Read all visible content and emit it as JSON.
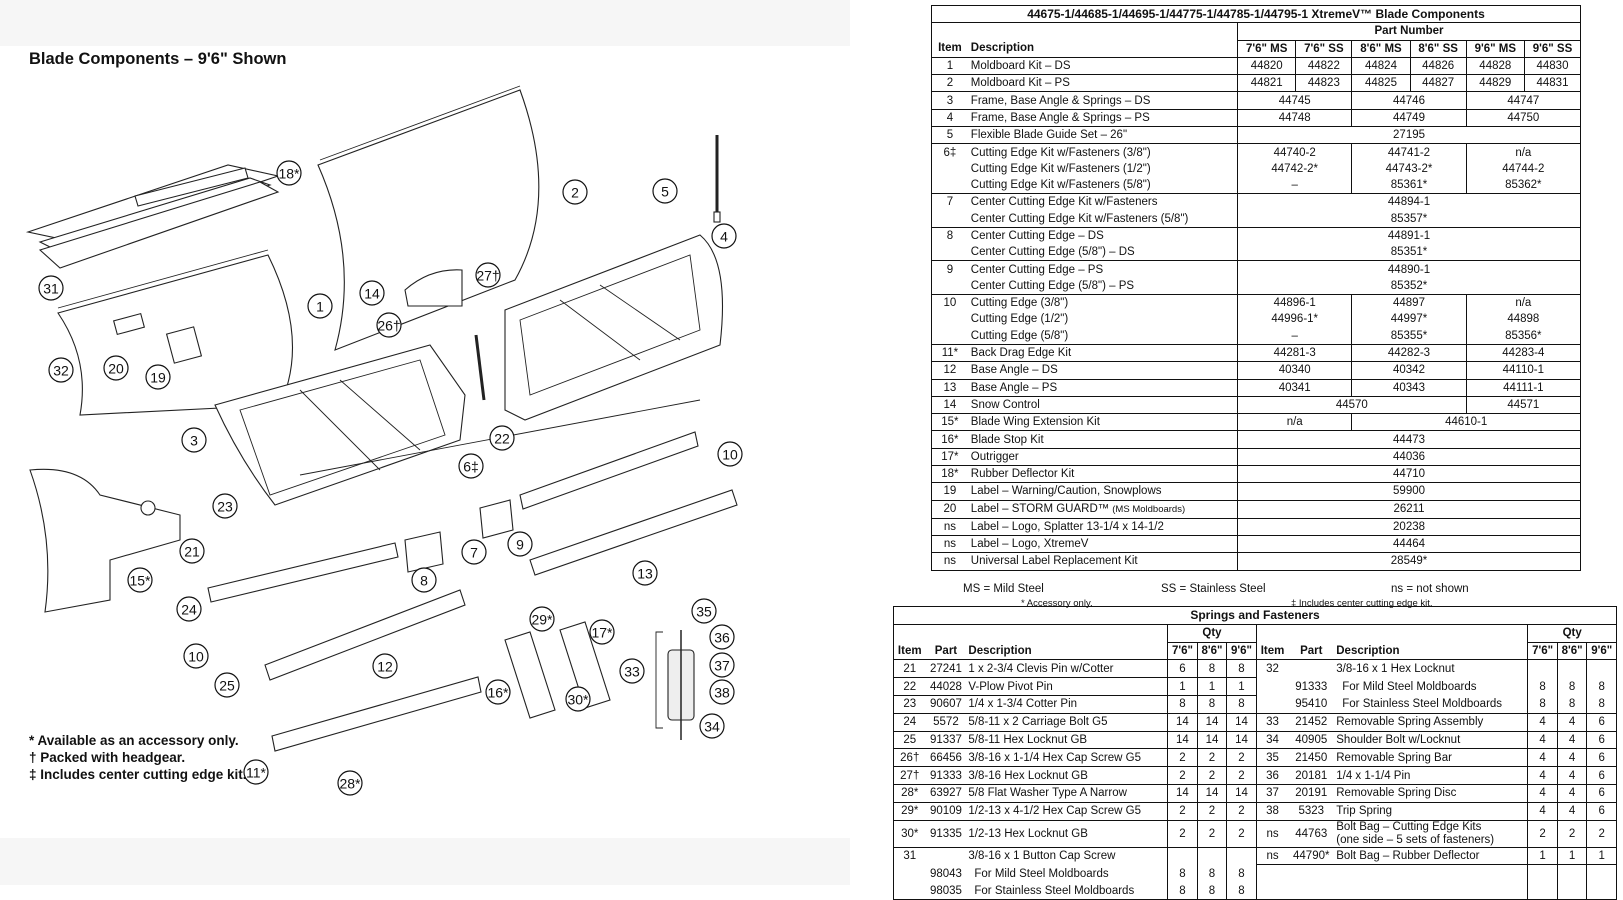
{
  "diagram": {
    "title": "Blade Components – 9'6\" Shown",
    "notes": [
      "* Available as an accessory only.",
      "† Packed with headgear.",
      "‡ Includes center cutting edge kit."
    ],
    "callouts": [
      "18*",
      "2",
      "5",
      "4",
      "27†",
      "31",
      "1",
      "14",
      "26†",
      "32",
      "20",
      "19",
      "22",
      "3",
      "6‡",
      "10",
      "23",
      "21",
      "15*",
      "7",
      "9",
      "13",
      "8",
      "24",
      "10",
      "12",
      "25",
      "29*",
      "17*",
      "35",
      "36",
      "33",
      "37",
      "16*",
      "30*",
      "38",
      "34",
      "11*",
      "28*"
    ]
  },
  "components": {
    "title": "44675-1/44685-1/44695-1/44775-1/44785-1/44795-1  XtremeV™ Blade Components",
    "part_number_header": "Part Number",
    "columns": [
      "Item",
      "Description",
      "7'6\" MS",
      "7'6\" SS",
      "8'6\" MS",
      "8'6\" SS",
      "9'6\" MS",
      "9'6\" SS"
    ],
    "rows": [
      {
        "item": "1",
        "desc": "Moldboard Kit – DS",
        "vals": [
          "44820",
          "44822",
          "44824",
          "44826",
          "44828",
          "44830"
        ]
      },
      {
        "item": "2",
        "desc": "Moldboard Kit – PS",
        "vals": [
          "44821",
          "44823",
          "44825",
          "44827",
          "44829",
          "44831"
        ]
      },
      {
        "item": "3",
        "desc": "Frame, Base Angle & Springs – DS",
        "g3": [
          "44745",
          "44746",
          "44747"
        ]
      },
      {
        "item": "4",
        "desc": "Frame, Base Angle & Springs – PS",
        "g3": [
          "44748",
          "44749",
          "44750"
        ]
      },
      {
        "item": "5",
        "desc": "Flexible Blade Guide Set – 26\"",
        "all": "27195"
      },
      {
        "item": "6‡",
        "desc": "Cutting Edge Kit w/Fasteners (3/8\")",
        "g3": [
          "44740-2",
          "44741-2",
          "n/a"
        ]
      },
      {
        "item": "",
        "desc": "Cutting Edge Kit w/Fasteners (1/2\")",
        "g3": [
          "44742-2*",
          "44743-2*",
          "44744-2"
        ]
      },
      {
        "item": "",
        "desc": "Cutting Edge Kit w/Fasteners (5/8\")",
        "g3": [
          "–",
          "85361*",
          "85362*"
        ]
      },
      {
        "item": "7",
        "desc": "Center Cutting Edge Kit w/Fasteners",
        "all": "44894-1"
      },
      {
        "item": "",
        "desc": "Center Cutting Edge Kit w/Fasteners (5/8\")",
        "all": "85357*"
      },
      {
        "item": "8",
        "desc": "Center Cutting Edge – DS",
        "all": "44891-1"
      },
      {
        "item": "",
        "desc": "Center Cutting Edge (5/8\") – DS",
        "all": "85351*"
      },
      {
        "item": "9",
        "desc": "Center Cutting Edge – PS",
        "all": "44890-1"
      },
      {
        "item": "",
        "desc": "Center Cutting Edge (5/8\") – PS",
        "all": "85352*"
      },
      {
        "item": "10",
        "desc": "Cutting Edge (3/8\")",
        "g3": [
          "44896-1",
          "44897",
          "n/a"
        ]
      },
      {
        "item": "",
        "desc": "Cutting Edge (1/2\")",
        "g3": [
          "44996-1*",
          "44997*",
          "44898"
        ]
      },
      {
        "item": "",
        "desc": "Cutting Edge (5/8\")",
        "g3": [
          "–",
          "85355*",
          "85356*"
        ]
      },
      {
        "item": "11*",
        "desc": "Back Drag Edge Kit",
        "g3": [
          "44281-3",
          "44282-3",
          "44283-4"
        ]
      },
      {
        "item": "12",
        "desc": "Base Angle – DS",
        "g3": [
          "40340",
          "40342",
          "44110-1"
        ]
      },
      {
        "item": "13",
        "desc": "Base Angle – PS",
        "g3": [
          "40341",
          "40343",
          "44111-1"
        ]
      },
      {
        "item": "14",
        "desc": "Snow Control",
        "g2": [
          "44570",
          "44571"
        ]
      },
      {
        "item": "15*",
        "desc": "Blade Wing Extension Kit",
        "g2b": [
          "n/a",
          "44610-1"
        ]
      },
      {
        "item": "16*",
        "desc": "Blade Stop Kit",
        "all": "44473"
      },
      {
        "item": "17*",
        "desc": "Outrigger",
        "all": "44036"
      },
      {
        "item": "18*",
        "desc": "Rubber Deflector Kit",
        "all": "44710"
      },
      {
        "item": "19",
        "desc": "Label – Warning/Caution, Snowplows",
        "all": "59900"
      },
      {
        "item": "20",
        "desc": "Label – STORM GUARD™",
        "desc_small": "(MS Moldboards)",
        "all": "26211"
      },
      {
        "item": "ns",
        "desc": "Label – Logo, Splatter 13-1/4 x 14-1/2",
        "all": "20238"
      },
      {
        "item": "ns",
        "desc": "Label – Logo, XtremeV",
        "all": "44464"
      },
      {
        "item": "ns",
        "desc": "Universal Label Replacement Kit",
        "all": "28549*"
      }
    ],
    "legend": [
      "MS = Mild Steel",
      "SS = Stainless Steel",
      "ns = not shown"
    ],
    "footnotes": [
      "* Accessory only.",
      "‡ Includes center cutting edge kit."
    ]
  },
  "springs": {
    "title": "Springs and Fasteners",
    "qty_header": "Qty",
    "columns": [
      "Item",
      "Part",
      "Description",
      "7'6\"",
      "8'6\"",
      "9'6\""
    ],
    "left": [
      {
        "item": "21",
        "part": "27241",
        "desc": "1 x 2-3/4 Clevis Pin w/Cotter",
        "q": [
          "6",
          "8",
          "8"
        ]
      },
      {
        "item": "22",
        "part": "44028",
        "desc": "V-Plow Pivot Pin",
        "q": [
          "1",
          "1",
          "1"
        ]
      },
      {
        "item": "23",
        "part": "90607",
        "desc": "1/4 x 1-3/4 Cotter Pin",
        "q": [
          "8",
          "8",
          "8"
        ]
      },
      {
        "item": "24",
        "part": "5572",
        "desc": "5/8-11 x 2 Carriage Bolt G5",
        "q": [
          "14",
          "14",
          "14"
        ]
      },
      {
        "item": "25",
        "part": "91337",
        "desc": "5/8-11 Hex Locknut GB",
        "q": [
          "14",
          "14",
          "14"
        ]
      },
      {
        "item": "26†",
        "part": "66456",
        "desc": "3/8-16 x 1-1/4 Hex Cap Screw G5",
        "q": [
          "2",
          "2",
          "2"
        ]
      },
      {
        "item": "27†",
        "part": "91333",
        "desc": "3/8-16 Hex Locknut GB",
        "q": [
          "2",
          "2",
          "2"
        ]
      },
      {
        "item": "28*",
        "part": "63927",
        "desc": "5/8 Flat Washer Type A Narrow",
        "q": [
          "14",
          "14",
          "14"
        ]
      },
      {
        "item": "29*",
        "part": "90109",
        "desc": "1/2-13 x 4-1/2 Hex Cap Screw G5",
        "q": [
          "2",
          "2",
          "2"
        ]
      },
      {
        "item": "30*",
        "part": "91335",
        "desc": "1/2-13 Hex Locknut GB",
        "q": [
          "2",
          "2",
          "2"
        ]
      },
      {
        "item": "31",
        "part": "",
        "desc": "3/8-16 x 1 Button Cap Screw",
        "q": [
          "",
          "",
          ""
        ]
      },
      {
        "item": "",
        "part": "98043",
        "desc": "For Mild Steel Moldboards",
        "q": [
          "8",
          "8",
          "8"
        ]
      },
      {
        "item": "",
        "part": "98035",
        "desc": "For Stainless Steel Moldboards",
        "q": [
          "8",
          "8",
          "8"
        ]
      }
    ],
    "right": [
      {
        "item": "32",
        "part": "",
        "desc": "3/8-16 x 1 Hex Locknut",
        "q": [
          "",
          "",
          ""
        ]
      },
      {
        "item": "",
        "part": "91333",
        "desc": "For Mild Steel Moldboards",
        "q": [
          "8",
          "8",
          "8"
        ]
      },
      {
        "item": "",
        "part": "95410",
        "desc": "For Stainless Steel Moldboards",
        "q": [
          "8",
          "8",
          "8"
        ]
      },
      {
        "item": "33",
        "part": "21452",
        "desc": "Removable Spring Assembly",
        "q": [
          "4",
          "4",
          "6"
        ]
      },
      {
        "item": "34",
        "part": "40905",
        "desc": "Shoulder Bolt w/Locknut",
        "q": [
          "4",
          "4",
          "6"
        ]
      },
      {
        "item": "35",
        "part": "21450",
        "desc": "Removable Spring Bar",
        "q": [
          "4",
          "4",
          "6"
        ]
      },
      {
        "item": "36",
        "part": "20181",
        "desc": "1/4 x 1-1/4 Pin",
        "q": [
          "4",
          "4",
          "6"
        ]
      },
      {
        "item": "37",
        "part": "20191",
        "desc": "Removable Spring Disc",
        "q": [
          "4",
          "4",
          "6"
        ]
      },
      {
        "item": "38",
        "part": "5323",
        "desc": "Trip Spring",
        "q": [
          "4",
          "4",
          "6"
        ]
      },
      {
        "item": "ns",
        "part": "44763",
        "desc": "Bolt Bag – Cutting Edge Kits",
        "desc2": "(one side – 5 sets of fasteners)",
        "q": [
          "2",
          "2",
          "2"
        ]
      },
      {
        "item": "ns",
        "part": "44790*",
        "desc": "Bolt Bag – Rubber Deflector",
        "q": [
          "1",
          "1",
          "1"
        ]
      }
    ]
  }
}
